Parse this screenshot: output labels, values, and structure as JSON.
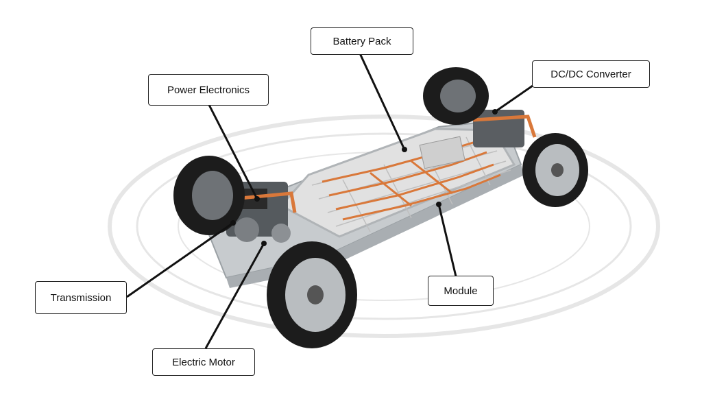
{
  "labels": {
    "battery_pack": "Battery Pack",
    "power_electronics": "Power Electronics",
    "dc_dc_converter": "DC/DC Converter",
    "transmission": "Transmission",
    "electric_motor": "Electric Motor",
    "module": "Module"
  },
  "colors": {
    "copper": "#d9783a",
    "battery_cell": "#d6d6d6",
    "frame": "#bfc3c6",
    "tire": "#1c1c1c",
    "leader_line": "#111111"
  }
}
